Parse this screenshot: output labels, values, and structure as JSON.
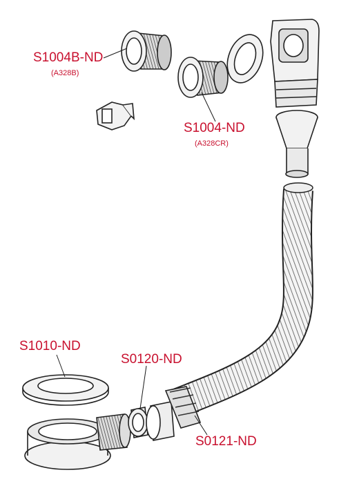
{
  "labels": {
    "s1004b": {
      "code": "S1004B-ND",
      "sub": "(A328B)"
    },
    "s1004": {
      "code": "S1004-ND",
      "sub": "(A328CR)"
    },
    "s1010": {
      "code": "S1010-ND"
    },
    "s0120": {
      "code": "S0120-ND"
    },
    "s0121": {
      "code": "S0121-ND"
    }
  },
  "colors": {
    "label": "#c8102e",
    "line": "#1a1a1a",
    "part_fill": "#f2f2f2"
  }
}
